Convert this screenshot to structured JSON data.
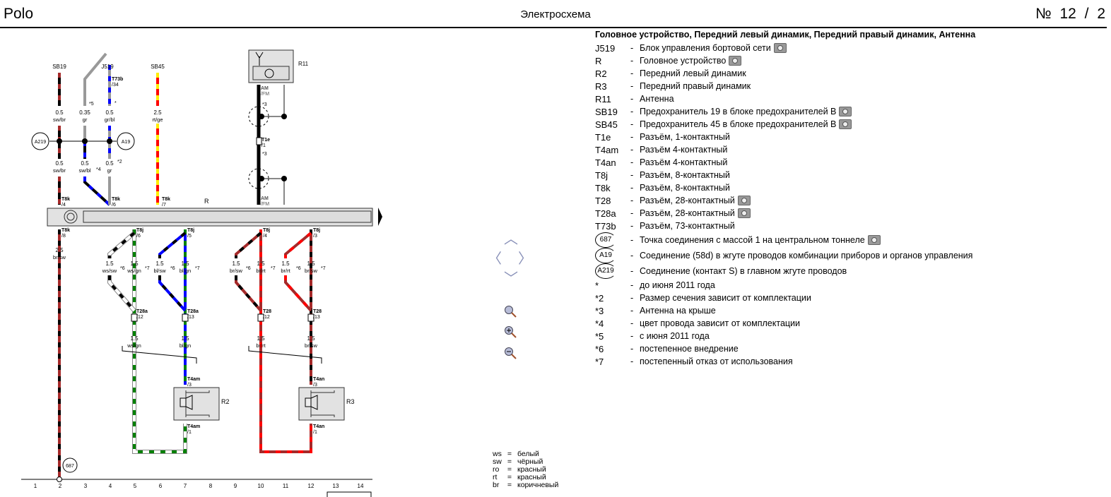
{
  "header": {
    "model": "Polo",
    "title": "Электросхема",
    "page": "№ 12 / 2"
  },
  "diagram": {
    "comps": {
      "sb19": "SB19",
      "j519": "J519",
      "sb45": "SB45",
      "r": "R",
      "r11": "R11",
      "r2": "R2",
      "r3": "R3"
    },
    "nodes": {
      "a219": "A219",
      "a19": "A19",
      "g687": "687"
    },
    "connectors": [
      {
        "name": "T73b",
        "pin": "/34"
      },
      {
        "name": "T8k",
        "pin": "/4"
      },
      {
        "name": "T8k",
        "pin": "/6"
      },
      {
        "name": "T8k",
        "pin": "/7"
      },
      {
        "name": "AM",
        "pin": "/FM"
      },
      {
        "name": "T1e",
        "pin": "/1"
      },
      {
        "name": "AM",
        "pin": "/FM"
      },
      {
        "name": "T8k",
        "pin": "/8"
      },
      {
        "name": "T8j",
        "pin": "/6"
      },
      {
        "name": "T8j",
        "pin": "/5"
      },
      {
        "name": "T8j",
        "pin": "/4"
      },
      {
        "name": "T8j",
        "pin": "/3"
      },
      {
        "name": "T28a",
        "pin": "/12"
      },
      {
        "name": "T28a",
        "pin": "/13"
      },
      {
        "name": "T28",
        "pin": "/12"
      },
      {
        "name": "T28",
        "pin": "/13"
      },
      {
        "name": "T4am",
        "pin": "/3"
      },
      {
        "name": "T4am",
        "pin": "/1"
      },
      {
        "name": "T4an",
        "pin": "/3"
      },
      {
        "name": "T4an",
        "pin": "/1"
      }
    ],
    "wires": [
      {
        "size": "0.5",
        "color": "sw/br"
      },
      {
        "size": "0.35",
        "color": "gr"
      },
      {
        "size": "0.5",
        "color": "gr/bl"
      },
      {
        "size": "2.5",
        "color": "rt/ge"
      },
      {
        "size": "0.5",
        "color": "sw/br"
      },
      {
        "size": "0.5",
        "color": "sw/bl"
      },
      {
        "size": "0.5",
        "color": "gr"
      },
      {
        "size": "2.5",
        "color": "br/sw"
      },
      {
        "size": "1.5",
        "color": "ws/sw"
      },
      {
        "size": "1.5",
        "color": "ws/gn"
      },
      {
        "size": "1.5",
        "color": "bl/sw"
      },
      {
        "size": "1.5",
        "color": "bl/gn"
      },
      {
        "size": "1.5",
        "color": "br/sw"
      },
      {
        "size": "1.5",
        "color": "br/rt"
      },
      {
        "size": "1.5",
        "color": "br/rt"
      },
      {
        "size": "1.5",
        "color": "br/sw"
      },
      {
        "size": "1.5",
        "color": "ws/gn"
      },
      {
        "size": "1.5",
        "color": "bl/gn"
      },
      {
        "size": "1.5",
        "color": "br/rt"
      },
      {
        "size": "1.5",
        "color": "br/sw"
      }
    ],
    "notes": [
      "*5",
      "*",
      "*4",
      "*2",
      "*3",
      "*3",
      "*6",
      "*7",
      "*6",
      "*7",
      "*6",
      "*7",
      "*6",
      "*7"
    ],
    "columns": [
      "1",
      "2",
      "3",
      "4",
      "5",
      "6",
      "7",
      "8",
      "9",
      "10",
      "11",
      "12",
      "13",
      "14"
    ],
    "wire_colors": {
      "sw": "#000000",
      "br": "#a52a2a",
      "rt": "#ff0000",
      "ge": "#ffee00",
      "gr": "#999999",
      "bl": "#0000ff",
      "gn": "#008000",
      "ws": "#ffffff"
    }
  },
  "legend": {
    "title": "Головное устройство, Передний левый динамик, Передний правый динамик, Антенна",
    "items": [
      {
        "code": "J519",
        "text": "Блок управления бортовой сети",
        "photo": true
      },
      {
        "code": "R",
        "text": "Головное устройство",
        "photo": true
      },
      {
        "code": "R2",
        "text": "Передний левый динамик"
      },
      {
        "code": "R3",
        "text": "Передний правый динамик"
      },
      {
        "code": "R11",
        "text": "Антенна"
      },
      {
        "code": "SB19",
        "text": "Предохранитель 19 в блоке предохранителей B",
        "photo": true
      },
      {
        "code": "SB45",
        "text": "Предохранитель 45 в блоке предохранителей B",
        "photo": true
      },
      {
        "code": "T1e",
        "text": "Разъём, 1-контактный"
      },
      {
        "code": "T4am",
        "text": "Разъём 4-контактный"
      },
      {
        "code": "T4an",
        "text": "Разъём 4-контактный"
      },
      {
        "code": "T8j",
        "text": "Разъём, 8-контактный"
      },
      {
        "code": "T8k",
        "text": "Разъём, 8-контактный"
      },
      {
        "code": "T28",
        "text": "Разъём, 28-контактный",
        "photo": true
      },
      {
        "code": "T28a",
        "text": "Разъём, 28-контактный",
        "photo": true
      },
      {
        "code": "T73b",
        "text": "Разъём, 73-контактный"
      },
      {
        "code": "687",
        "text": "Точка соединения с массой 1 на центральном тоннеле",
        "photo": true,
        "circle": true
      },
      {
        "code": "A19",
        "text": "Соединение (58d) в жгуте проводов комбинации приборов и органов управления",
        "circle": true
      },
      {
        "code": "A219",
        "text": "Соединение (контакт S) в главном жгуте проводов",
        "circle": true
      },
      {
        "code": "*",
        "text": "до июня 2011 года"
      },
      {
        "code": "*2",
        "text": "Размер сечения зависит от комплектации"
      },
      {
        "code": "*3",
        "text": "Антенна на крыше"
      },
      {
        "code": "*4",
        "text": "цвет провода зависит от комплектации"
      },
      {
        "code": "*5",
        "text": "с июня 2011 года"
      },
      {
        "code": "*6",
        "text": "постепенное внедрение"
      },
      {
        "code": "*7",
        "text": "постепенный отказ от использования"
      }
    ]
  },
  "color_key": [
    {
      "abbr": "ws",
      "eq": "=",
      "name": "белый"
    },
    {
      "abbr": "sw",
      "eq": "=",
      "name": "чёрный"
    },
    {
      "abbr": "ro",
      "eq": "=",
      "name": "красный"
    },
    {
      "abbr": "rt",
      "eq": "=",
      "name": "красный"
    },
    {
      "abbr": "br",
      "eq": "=",
      "name": "коричневый"
    }
  ],
  "nav": {
    "up": "up-arrow-icon",
    "down": "down-arrow-icon",
    "left": "left-arrow-icon",
    "right": "right-arrow-icon"
  }
}
